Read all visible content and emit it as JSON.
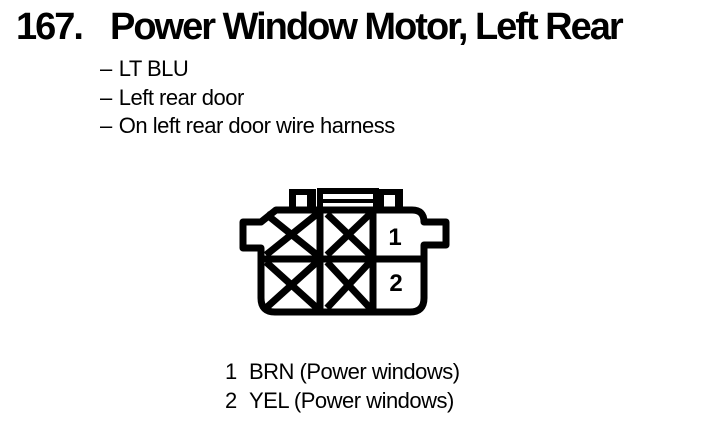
{
  "header": {
    "index": "167.",
    "title": "Power Window Motor, Left Rear"
  },
  "notes": {
    "bullet": "–",
    "items": [
      "LT BLU",
      "Left rear door",
      "On left rear door wire harness"
    ]
  },
  "connector": {
    "type": "6-cavity connector, 4 cavities blocked (X), 2 terminals used",
    "pins": [
      {
        "number": "1"
      },
      {
        "number": "2"
      }
    ]
  },
  "legend": [
    {
      "pin": "1",
      "label": "BRN (Power windows)"
    },
    {
      "pin": "2",
      "label": "YEL (Power windows)"
    }
  ],
  "colors": {
    "ink": "#000000",
    "paper": "#ffffff"
  }
}
